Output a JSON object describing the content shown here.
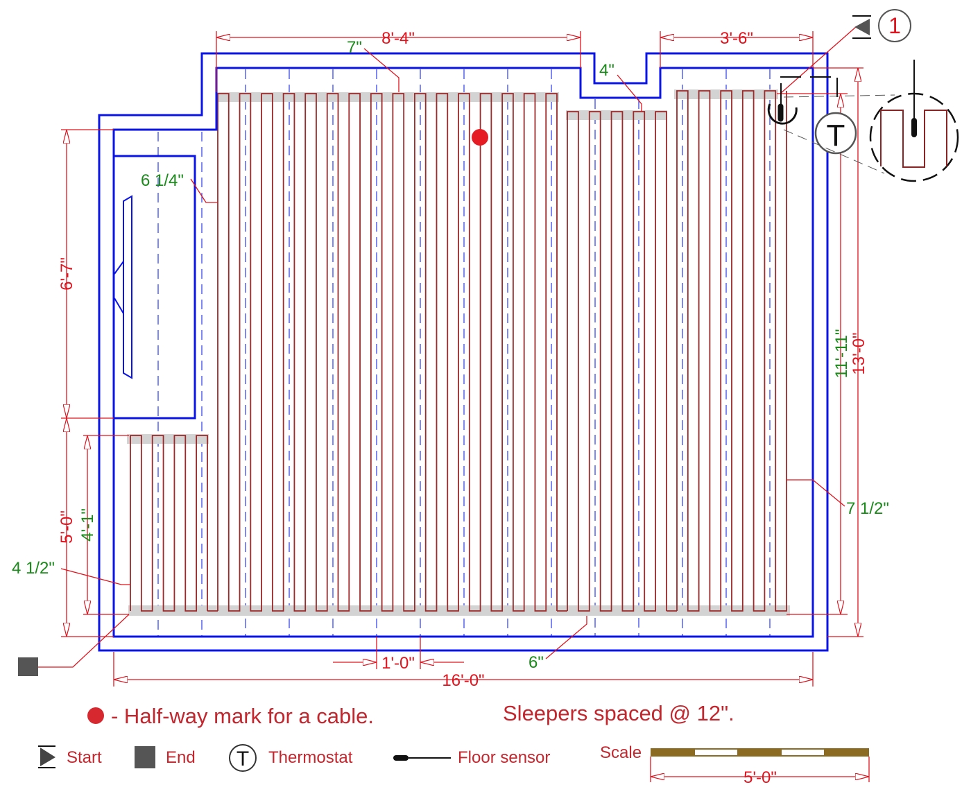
{
  "diagram": {
    "dimensions": {
      "top_left_width": "8'-4\"",
      "top_right_width": "3'-6\"",
      "overall_width": "16'-0\"",
      "sleeper_spacing": "1'-0\"",
      "left_upper_height": "6'-7\"",
      "left_lower_height": "5'-0\"",
      "left_lower_inner_height": "4'-1\"",
      "right_inner_height": "11'-11\"",
      "right_overall_height": "13'-0\""
    },
    "offsets": {
      "top_offset": "7\"",
      "notch_offset": "4\"",
      "vanity_offset": "6 1/4\"",
      "right_offset": "7 1/2\"",
      "left_offset": "4 1/2\"",
      "bottom_offset": "6\""
    },
    "detail_callout": "1",
    "thermostat_symbol": "T"
  },
  "notes": {
    "halfway": "- Half-way mark for a cable.",
    "sleepers": "Sleepers spaced @ 12\"."
  },
  "legend": {
    "start": "Start",
    "end": "End",
    "thermostat": "Thermostat",
    "thermostat_symbol": "T",
    "floor_sensor": "Floor sensor",
    "scale": "Scale",
    "scale_length": "5'-0\""
  },
  "colors": {
    "wall": "#0a14e6",
    "cable": "#9b2a2a",
    "dimension": "#e0141e",
    "offset_text": "#1a8a1a",
    "halfway_dot": "#e51c23"
  }
}
